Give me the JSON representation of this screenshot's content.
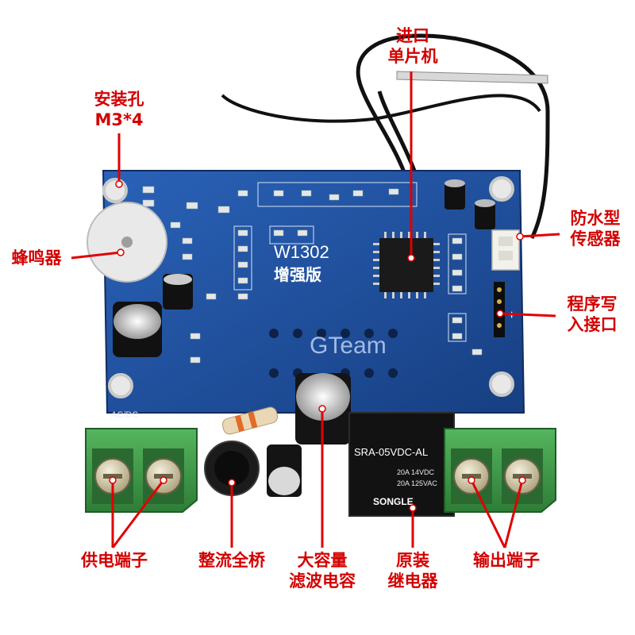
{
  "labels": {
    "mcu": [
      "进口",
      "单片机"
    ],
    "mount_hole": [
      "安装孔",
      "M3*4"
    ],
    "buzzer": [
      "蜂鸣器"
    ],
    "sensor": [
      "防水型",
      "传感器"
    ],
    "program_port": [
      "程序写",
      "入接口"
    ],
    "power_terminal": [
      "供电端子"
    ],
    "rectifier": [
      "整流全桥"
    ],
    "capacitor": [
      "大容量",
      "滤波电容"
    ],
    "relay": [
      "原装",
      "继电器"
    ],
    "output_terminal": [
      "输出端子"
    ]
  },
  "board_text": {
    "model": "W1302",
    "edition": "增强版",
    "watermark": "GTeam",
    "relay_model": "SRA-05VDC-AL",
    "relay_rating_1": "20A 14VDC",
    "relay_rating_2": "20A 125VAC",
    "relay_brand": "SONGLE",
    "acdc": "AC/DC",
    "plus": "+"
  },
  "colors": {
    "pcb": "#1f4f9a",
    "label": "#d40000",
    "terminal": "#3f9a4a"
  }
}
